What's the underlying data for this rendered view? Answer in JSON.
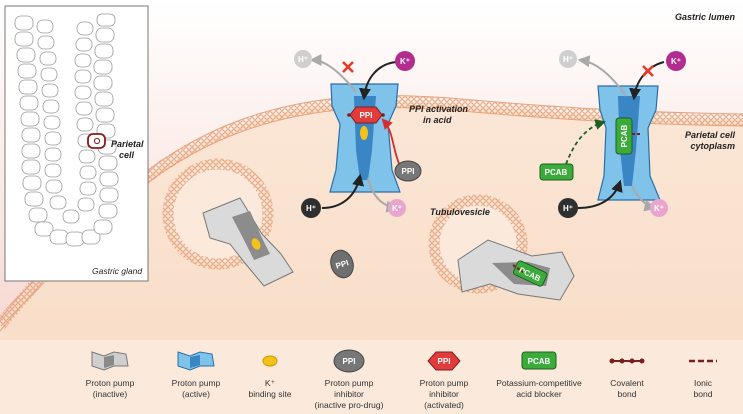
{
  "labels": {
    "gastric_lumen": "Gastric lumen",
    "parietal_cytoplasm_1": "Parietal cell",
    "parietal_cytoplasm_2": "cytoplasm",
    "ppi_activation_1": "PPI activation",
    "ppi_activation_2": "in acid",
    "tubulovesicle": "Tubulovesicle",
    "gastric_gland": "Gastric gland",
    "parietal_cell_1": "Parietal",
    "parietal_cell_2": "cell"
  },
  "ions": {
    "h": "H⁺",
    "k": "K⁺"
  },
  "drug_tags": {
    "ppi": "PPI",
    "pcab": "PCAB"
  },
  "legend": [
    {
      "line1": "Proton pump",
      "line2": "(inactive)",
      "line3": ""
    },
    {
      "line1": "Proton pump",
      "line2": "(active)",
      "line3": ""
    },
    {
      "line1": "K⁺",
      "line2": "binding site",
      "line3": ""
    },
    {
      "line1": "Proton pump",
      "line2": "inhibitor",
      "line3": "(inactive pro-drug)"
    },
    {
      "line1": "Proton pump",
      "line2": "inhibitor",
      "line3": "(activated)"
    },
    {
      "line1": "Potassium-competitive",
      "line2": "acid blocker",
      "line3": ""
    },
    {
      "line1": "Covalent",
      "line2": "bond",
      "line3": ""
    },
    {
      "line1": "Ionic",
      "line2": "bond",
      "line3": ""
    }
  ],
  "colors": {
    "lumen_top": "#ffffff",
    "lumen_bottom": "#f6d7cf",
    "cytoplasm": "#fbe7d8",
    "membrane": "#e8a27a",
    "pump_active": "#7fc2ea",
    "pump_active_dark": "#3a86c4",
    "pump_inactive": "#d9d9d9",
    "pump_inactive_dark": "#8a8a8a",
    "binding_site": "#f4c21a",
    "ppi_inactive": "#8e8e8e",
    "ppi_active": "#e23b3b",
    "pcab": "#3bab3b",
    "k_ion": "#b22d8f",
    "h_ion": "#333333",
    "bond": "#7a1f1f",
    "block_x": "#e5392c"
  }
}
